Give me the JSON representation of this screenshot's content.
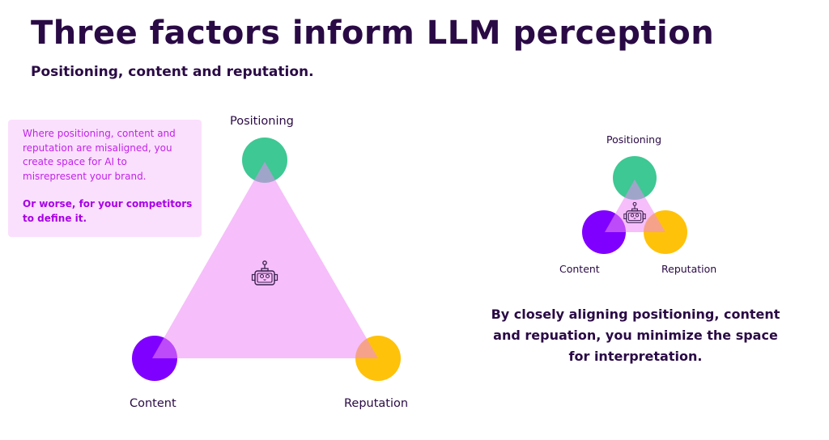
{
  "header": {
    "title": "Three factors inform LLM perception",
    "subtitle": "Positioning, content and reputation."
  },
  "callout": {
    "body": "Where positioning, content and reputation are misaligned, you create space for AI to misrepresent your brand.",
    "emphasis": "Or worse, for your competitors to define it."
  },
  "colors": {
    "positioning": "#3ec893",
    "content": "#8000ff",
    "reputation": "#ffc20a",
    "triangle": "#f5bdfa",
    "text_dark": "#2a0a45",
    "callout_bg": "#fbe0fd",
    "callout_text": "#c022e8"
  },
  "diagram_misaligned": {
    "nodes": [
      {
        "id": "positioning",
        "label": "Positioning"
      },
      {
        "id": "content",
        "label": "Content"
      },
      {
        "id": "reputation",
        "label": "Reputation"
      }
    ],
    "center_icon": "robot-icon"
  },
  "diagram_aligned": {
    "nodes": [
      {
        "id": "positioning",
        "label": "Positioning"
      },
      {
        "id": "content",
        "label": "Content"
      },
      {
        "id": "reputation",
        "label": "Reputation"
      }
    ],
    "center_icon": "robot-icon"
  },
  "conclusion": "By closely aligning positioning, content and repuation, you minimize the space for interpretation."
}
